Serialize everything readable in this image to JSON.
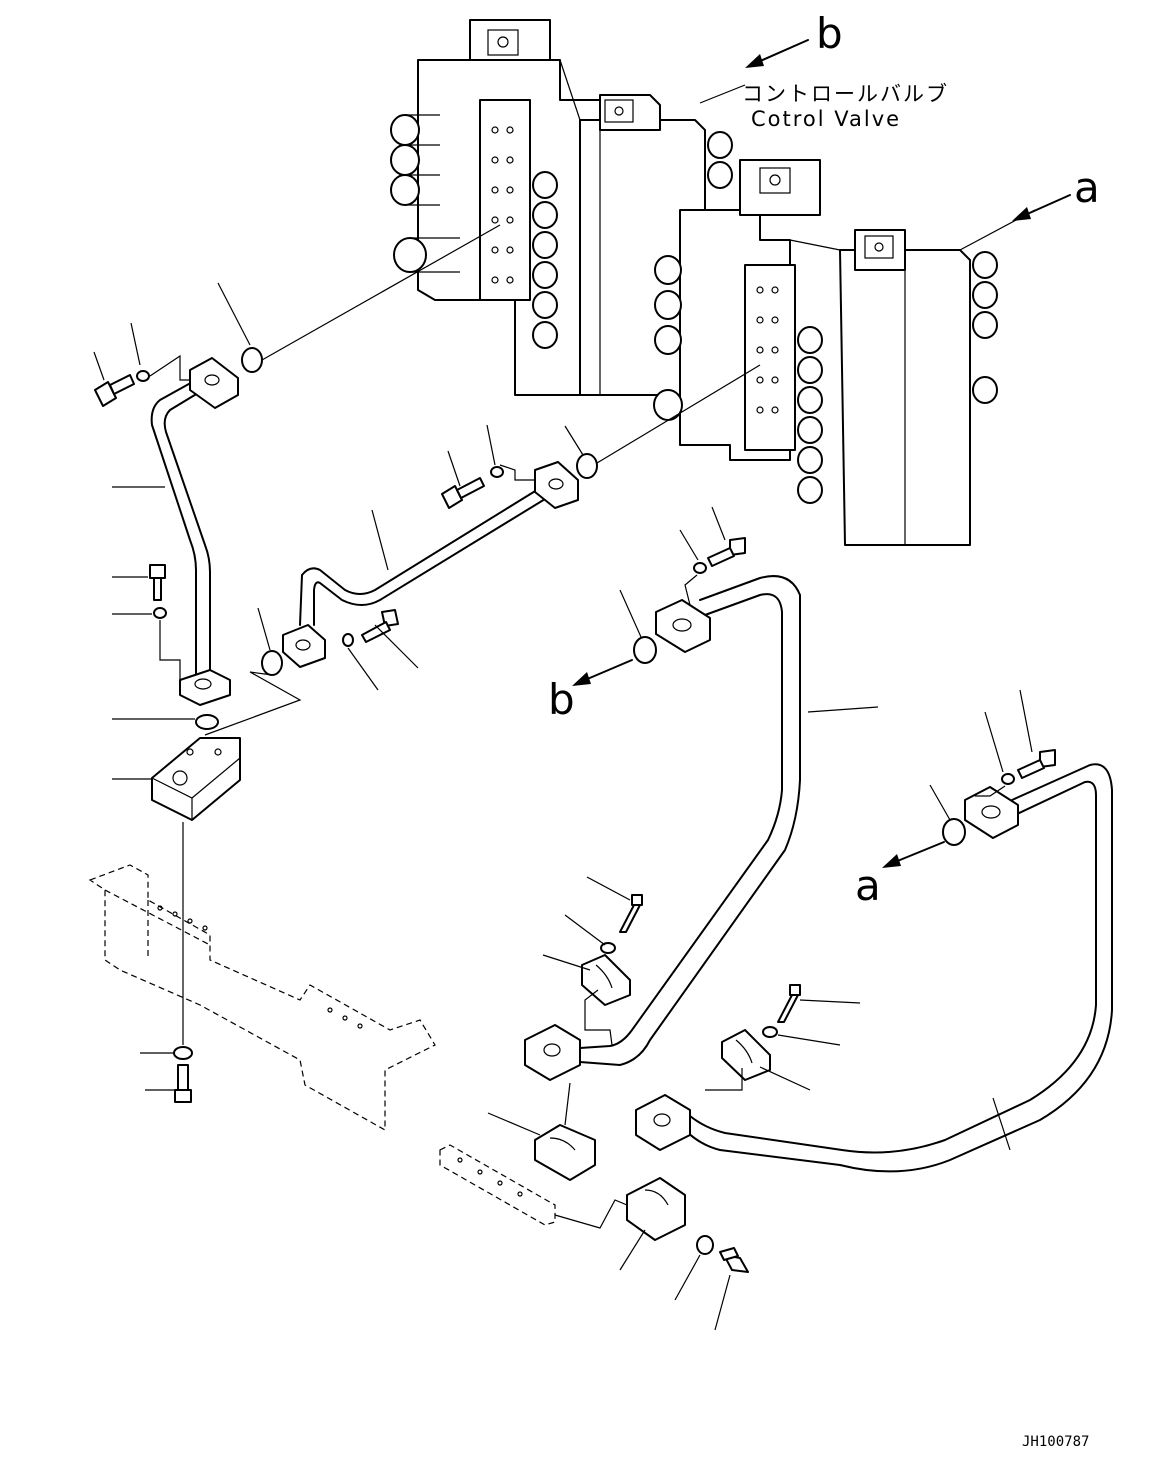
{
  "labels": {
    "a_top": "a",
    "b_top": "b",
    "b_mid": "b",
    "a_mid": "a"
  },
  "control_valve": {
    "label_jp": "コントロールバルブ",
    "label_en": "Cotrol Valve"
  },
  "drawing_code": "JH100787",
  "icons": [
    "control-valve-icon",
    "pipe-icon",
    "flange-icon",
    "bolt-icon",
    "washer-icon",
    "o-ring-icon",
    "block-icon",
    "bracket-icon",
    "clamp-icon",
    "frame-icon",
    "arrow-icon"
  ]
}
